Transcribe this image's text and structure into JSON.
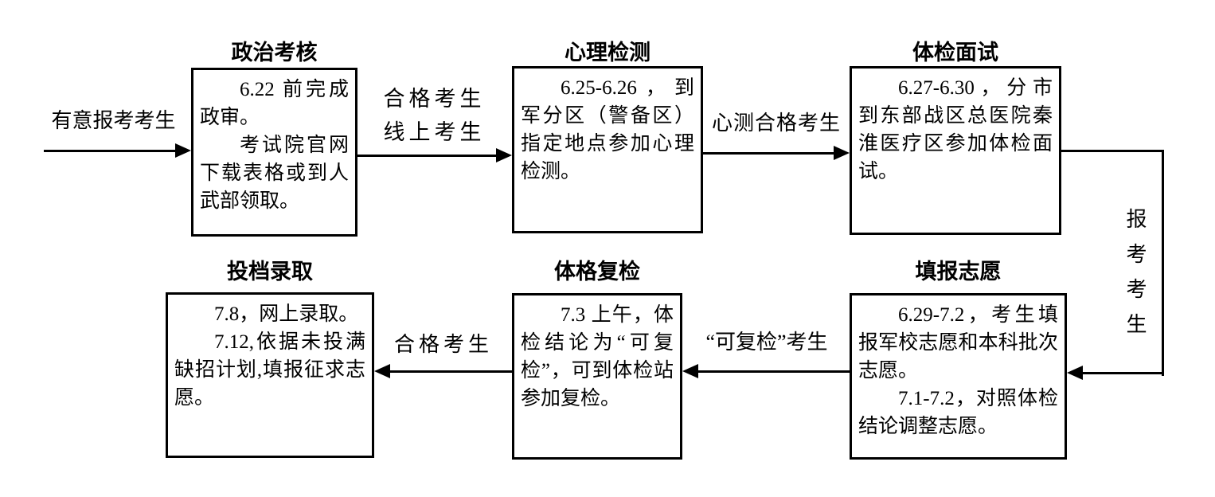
{
  "diagram": {
    "background_color": "#ffffff",
    "line_color": "#000000"
  },
  "boxes": [
    {
      "id": "political-review",
      "title": "政治考核",
      "paragraphs": [
        "6.22 前完成政审。",
        "考试院官网下载表格或到人武部领取。"
      ]
    },
    {
      "id": "psychological-test",
      "title": "心理检测",
      "paragraphs": [
        "6.25-6.26，到军分区（警备区）指定地点参加心理检测。"
      ]
    },
    {
      "id": "physical-exam-interview",
      "title": "体检面试",
      "paragraphs": [
        "6.27-6.30，分市到东部战区总医院秦淮医疗区参加体检面试。"
      ]
    },
    {
      "id": "file-admission",
      "title": "投档录取",
      "paragraphs": [
        "7.8，网上录取。",
        "7.12,依据未投满缺招计划,填报征求志愿。"
      ]
    },
    {
      "id": "physical-recheck",
      "title": "体格复检",
      "paragraphs": [
        "7.3 上午，体检结论为“可复检”，可到体检站参加复检。"
      ]
    },
    {
      "id": "fill-preferences",
      "title": "填报志愿",
      "paragraphs": [
        "6.29-7.2，考生填报军校志愿和本科批次志愿。",
        "7.1-7.2，对照体检结论调整志愿。"
      ]
    }
  ],
  "edge_labels": {
    "start": "有意报考考生",
    "to_psych_line1": "合格考生",
    "to_psych_line2": "线上考生",
    "to_physical": "心测合格考生",
    "to_fill": "报考考生",
    "to_recheck": "“可复检”考生",
    "to_admission": "合格考生"
  }
}
